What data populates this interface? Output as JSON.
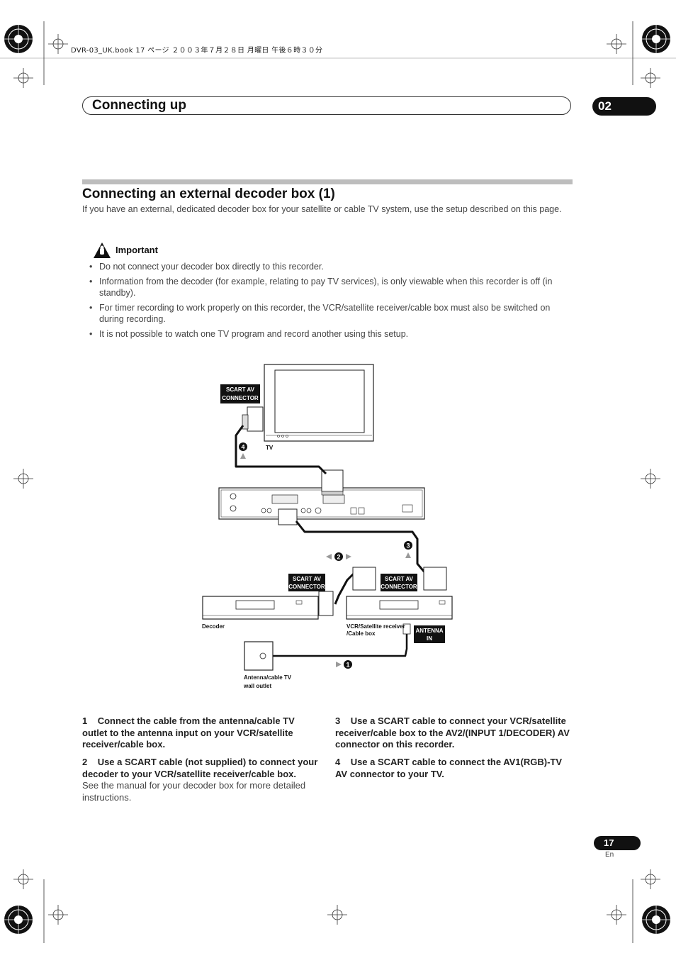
{
  "print_header": "DVR-03_UK.book  17 ページ  ２００３年７月２８日  月曜日  午後６時３０分",
  "chapter": {
    "title": "Connecting up",
    "number": "02"
  },
  "section": {
    "title": "Connecting an external decoder box (1)",
    "intro": "If you have an external, dedicated decoder box for your satellite or cable TV system, use the setup described on this page."
  },
  "important": {
    "label": "Important",
    "bullets": [
      "Do not connect your decoder box directly to this recorder.",
      "Information from the decoder (for example, relating to pay TV services), is only viewable when this recorder is off (in standby).",
      "For timer recording to work properly on this recorder, the VCR/satellite receiver/cable box must also be switched on during recording.",
      "It is not possible to watch one TV program and record another using this setup."
    ]
  },
  "diagram": {
    "tv_label": "TV",
    "decoder_label": "Decoder",
    "vcr_label_1": "VCR/Satellite receiver",
    "vcr_label_2": "/Cable box",
    "outlet_label_1": "Antenna/cable TV",
    "outlet_label_2": "wall outlet",
    "scart_1": "SCART AV",
    "scart_2": "CONNECTOR",
    "antenna_1": "ANTENNA",
    "antenna_2": "IN",
    "markers": [
      "1",
      "2",
      "3",
      "4"
    ]
  },
  "steps": [
    {
      "number": "1",
      "text": "Connect the cable from the antenna/cable TV outlet to the antenna input on your VCR/satellite receiver/cable box.",
      "note": ""
    },
    {
      "number": "2",
      "text": "Use a SCART cable (not supplied) to connect your decoder to your VCR/satellite receiver/cable box.",
      "note": "See the manual for your decoder box for more detailed instructions."
    },
    {
      "number": "3",
      "text": "Use a SCART cable to connect your VCR/satellite receiver/cable box to the AV2/(INPUT 1/DECODER) AV connector on this recorder.",
      "note": ""
    },
    {
      "number": "4",
      "text": "Use a SCART cable to connect the AV1(RGB)-TV AV connector to your TV.",
      "note": ""
    }
  ],
  "footer": {
    "page": "17",
    "lang": "En"
  }
}
